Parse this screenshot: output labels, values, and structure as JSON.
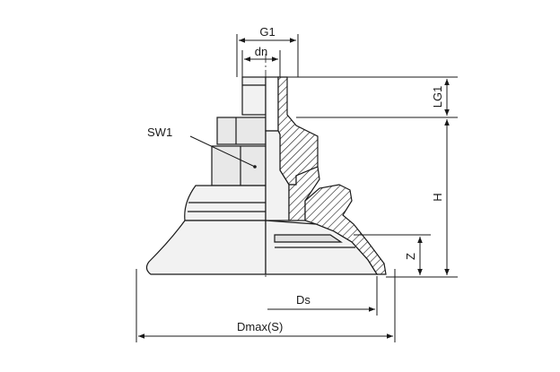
{
  "labels": {
    "g1": "G1",
    "dn": "dn",
    "sw1": "SW1",
    "lg1": "LG1",
    "h": "H",
    "z": "Z",
    "ds": "Ds",
    "dmax": "Dmax(S)"
  },
  "colors": {
    "line": "#1a1a1a",
    "body_fill": "#f2f2f2",
    "shade_fill": "#e1e1e1",
    "hatch": "#1a1a1a",
    "background": "#ffffff"
  }
}
